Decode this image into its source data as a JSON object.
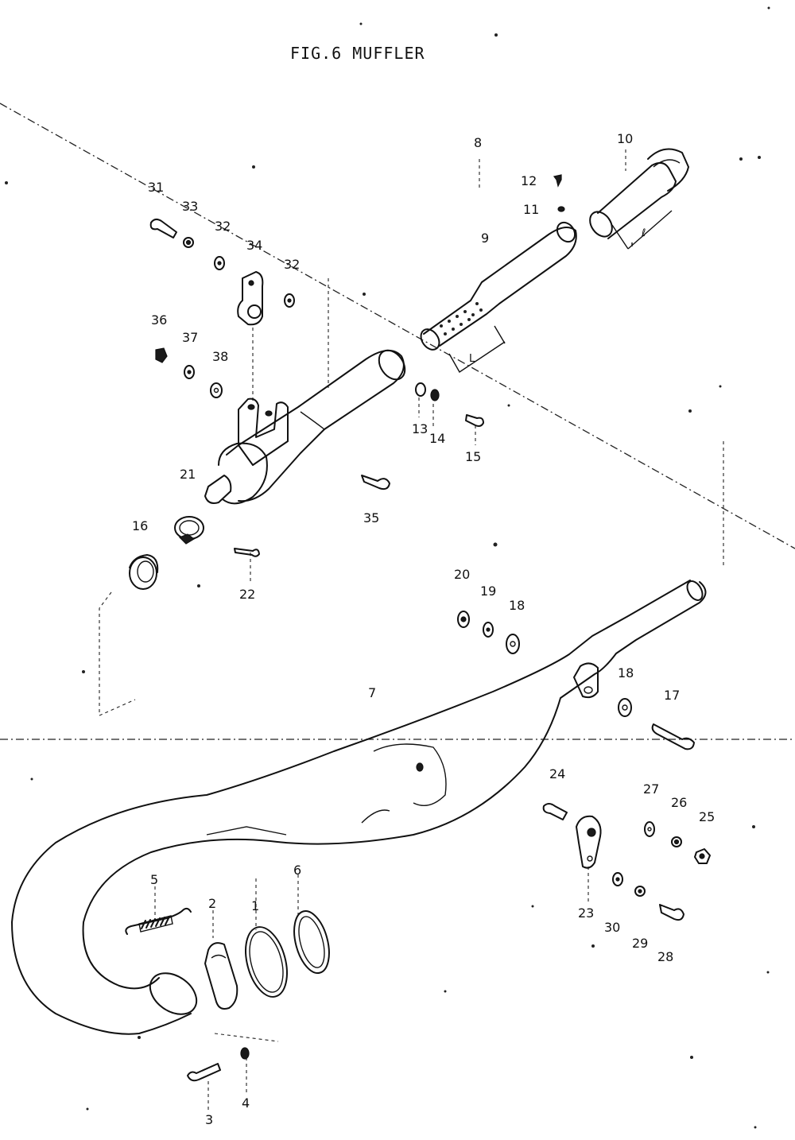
{
  "figure": {
    "title": "FIG.6  MUFFLER"
  },
  "callouts": [
    {
      "id": "c1",
      "label": "1"
    },
    {
      "id": "c2",
      "label": "2"
    },
    {
      "id": "c3",
      "label": "3"
    },
    {
      "id": "c4",
      "label": "4"
    },
    {
      "id": "c5",
      "label": "5"
    },
    {
      "id": "c6",
      "label": "6"
    },
    {
      "id": "c7",
      "label": "7"
    },
    {
      "id": "c8",
      "label": "8"
    },
    {
      "id": "c9",
      "label": "9"
    },
    {
      "id": "c10",
      "label": "10"
    },
    {
      "id": "c11",
      "label": "11"
    },
    {
      "id": "c12",
      "label": "12"
    },
    {
      "id": "c13",
      "label": "13"
    },
    {
      "id": "c14",
      "label": "14"
    },
    {
      "id": "c15",
      "label": "15"
    },
    {
      "id": "c16",
      "label": "16"
    },
    {
      "id": "c17",
      "label": "17"
    },
    {
      "id": "c18a",
      "label": "18"
    },
    {
      "id": "c18b",
      "label": "18"
    },
    {
      "id": "c19",
      "label": "19"
    },
    {
      "id": "c20",
      "label": "20"
    },
    {
      "id": "c21",
      "label": "21"
    },
    {
      "id": "c22",
      "label": "22"
    },
    {
      "id": "c23",
      "label": "23"
    },
    {
      "id": "c24",
      "label": "24"
    },
    {
      "id": "c25",
      "label": "25"
    },
    {
      "id": "c26",
      "label": "26"
    },
    {
      "id": "c27",
      "label": "27"
    },
    {
      "id": "c28",
      "label": "28"
    },
    {
      "id": "c29",
      "label": "29"
    },
    {
      "id": "c30",
      "label": "30"
    },
    {
      "id": "c31",
      "label": "31"
    },
    {
      "id": "c32a",
      "label": "32"
    },
    {
      "id": "c32b",
      "label": "32"
    },
    {
      "id": "c33",
      "label": "33"
    },
    {
      "id": "c34",
      "label": "34"
    },
    {
      "id": "c35",
      "label": "35"
    },
    {
      "id": "c36",
      "label": "36"
    },
    {
      "id": "c37",
      "label": "37"
    },
    {
      "id": "c38",
      "label": "38"
    }
  ],
  "dimension_marks": [
    {
      "id": "l-silencer",
      "label": "ℓ"
    },
    {
      "id": "l-core",
      "label": "L"
    }
  ]
}
